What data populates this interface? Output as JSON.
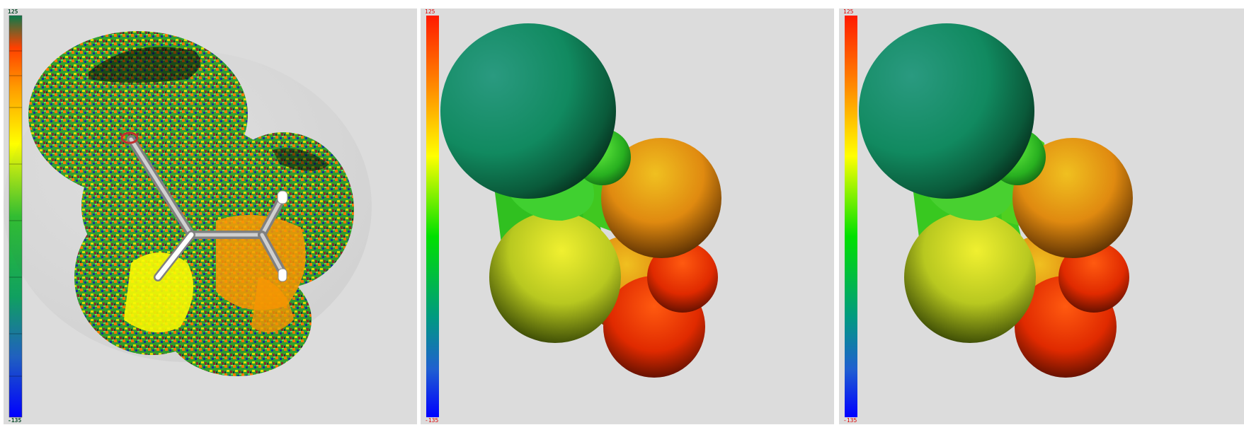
{
  "panels": [
    {
      "id": "panel-1",
      "style": "wireframe-noisy",
      "scale_max": "125",
      "scale_min": "-135"
    },
    {
      "id": "panel-2",
      "style": "smooth-spheres",
      "scale_max": "125",
      "scale_min": "-135"
    },
    {
      "id": "panel-3",
      "style": "smooth-spheres",
      "scale_max": "125",
      "scale_min": "-135"
    }
  ],
  "colors": {
    "background": "#dcdcdc",
    "scale_red": "#ff2000",
    "scale_orange": "#ff8c00",
    "scale_yellow": "#ffff00",
    "scale_green": "#00e000",
    "scale_teal": "#008c8c",
    "scale_blue": "#0000ff"
  }
}
